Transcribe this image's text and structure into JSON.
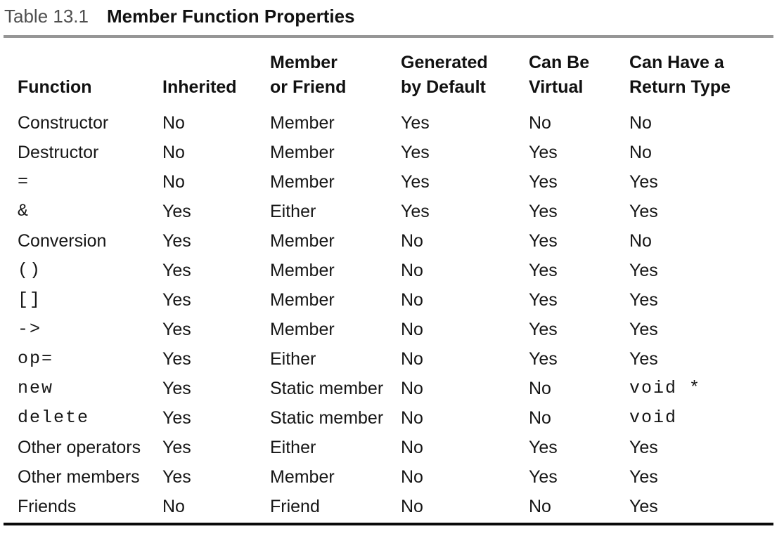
{
  "caption": {
    "number": "Table 13.1",
    "title": "Member Function Properties"
  },
  "colors": {
    "background": "#ffffff",
    "text": "#161616",
    "caption_number": "#4f4f4f",
    "top_rule": "#969696",
    "bottom_rule": "#0a0a0a"
  },
  "table": {
    "headers": [
      {
        "name": "function",
        "lines": [
          "Function"
        ]
      },
      {
        "name": "inherited",
        "lines": [
          "Inherited"
        ]
      },
      {
        "name": "member-or-friend",
        "lines": [
          "Member",
          "or Friend"
        ]
      },
      {
        "name": "generated-by-default",
        "lines": [
          "Generated",
          "by Default"
        ]
      },
      {
        "name": "can-be-virtual",
        "lines": [
          "Can Be",
          "Virtual"
        ]
      },
      {
        "name": "can-have-a-return-type",
        "lines": [
          "Can Have a",
          "Return Type"
        ]
      }
    ],
    "rows": [
      {
        "cells": [
          {
            "text": "Constructor"
          },
          {
            "text": "No"
          },
          {
            "text": "Member"
          },
          {
            "text": "Yes"
          },
          {
            "text": "No"
          },
          {
            "text": "No"
          }
        ]
      },
      {
        "cells": [
          {
            "text": "Destructor"
          },
          {
            "text": "No"
          },
          {
            "text": "Member"
          },
          {
            "text": "Yes"
          },
          {
            "text": "Yes"
          },
          {
            "text": "No"
          }
        ]
      },
      {
        "cells": [
          {
            "text": "=",
            "mono": true
          },
          {
            "text": "No"
          },
          {
            "text": "Member"
          },
          {
            "text": "Yes"
          },
          {
            "text": "Yes"
          },
          {
            "text": "Yes"
          }
        ]
      },
      {
        "cells": [
          {
            "text": "&",
            "mono": true
          },
          {
            "text": "Yes"
          },
          {
            "text": "Either"
          },
          {
            "text": "Yes"
          },
          {
            "text": "Yes"
          },
          {
            "text": "Yes"
          }
        ]
      },
      {
        "cells": [
          {
            "text": "Conversion"
          },
          {
            "text": "Yes"
          },
          {
            "text": "Member"
          },
          {
            "text": "No"
          },
          {
            "text": "Yes"
          },
          {
            "text": "No"
          }
        ]
      },
      {
        "cells": [
          {
            "text": "()",
            "mono": true
          },
          {
            "text": "Yes"
          },
          {
            "text": "Member"
          },
          {
            "text": "No"
          },
          {
            "text": "Yes"
          },
          {
            "text": "Yes"
          }
        ]
      },
      {
        "cells": [
          {
            "text": "[]",
            "mono": true
          },
          {
            "text": "Yes"
          },
          {
            "text": "Member"
          },
          {
            "text": "No"
          },
          {
            "text": "Yes"
          },
          {
            "text": "Yes"
          }
        ]
      },
      {
        "cells": [
          {
            "text": "->",
            "mono": true
          },
          {
            "text": "Yes"
          },
          {
            "text": "Member"
          },
          {
            "text": "No"
          },
          {
            "text": "Yes"
          },
          {
            "text": "Yes"
          }
        ]
      },
      {
        "cells": [
          {
            "text": "op=",
            "mono": true
          },
          {
            "text": "Yes"
          },
          {
            "text": "Either"
          },
          {
            "text": "No"
          },
          {
            "text": "Yes"
          },
          {
            "text": "Yes"
          }
        ]
      },
      {
        "cells": [
          {
            "text": "new",
            "mono": true
          },
          {
            "text": "Yes"
          },
          {
            "text": "Static member"
          },
          {
            "text": "No"
          },
          {
            "text": "No"
          },
          {
            "text": "void *",
            "mono": true
          }
        ]
      },
      {
        "cells": [
          {
            "text": "delete",
            "mono": true
          },
          {
            "text": "Yes"
          },
          {
            "text": "Static member"
          },
          {
            "text": "No"
          },
          {
            "text": "No"
          },
          {
            "text": "void",
            "mono": true
          }
        ]
      },
      {
        "cells": [
          {
            "text": "Other operators"
          },
          {
            "text": "Yes"
          },
          {
            "text": "Either"
          },
          {
            "text": "No"
          },
          {
            "text": "Yes"
          },
          {
            "text": "Yes"
          }
        ]
      },
      {
        "cells": [
          {
            "text": "Other members"
          },
          {
            "text": "Yes"
          },
          {
            "text": "Member"
          },
          {
            "text": "No"
          },
          {
            "text": "Yes"
          },
          {
            "text": "Yes"
          }
        ]
      },
      {
        "cells": [
          {
            "text": "Friends"
          },
          {
            "text": "No"
          },
          {
            "text": "Friend"
          },
          {
            "text": "No"
          },
          {
            "text": "No"
          },
          {
            "text": "Yes"
          }
        ]
      }
    ]
  }
}
